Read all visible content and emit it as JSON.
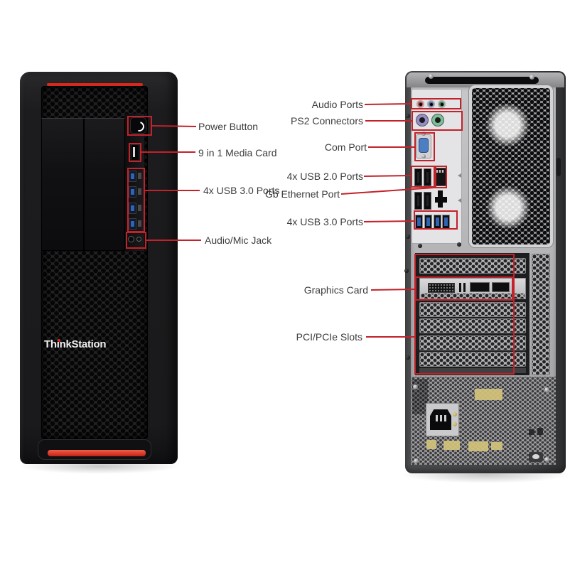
{
  "colors": {
    "annotation": "#c2222a",
    "label_text": "#3d3d3d",
    "accent_red": "#d8281c",
    "usb_blue": "#2f64b2",
    "ps2_purple": "#968cc8",
    "ps2_green": "#7cc098",
    "com_blue": "#4d7ec4"
  },
  "front": {
    "logo": "ThinkStation",
    "labels": {
      "power": "Power Button",
      "media": "9 in 1 Media Card",
      "usb3": "4x USB 3.0 Ports",
      "audio": "Audio/Mic Jack"
    }
  },
  "rear": {
    "labels": {
      "audio": "Audio Ports",
      "ps2": "PS2 Connectors",
      "com": "Com Port",
      "usb2": "4x USB 2.0 Ports",
      "ethernet": "Gb Ethernet Port",
      "usb3": "4x USB 3.0 Ports",
      "graphics": "Graphics Card",
      "pci": "PCI/PCIe Slots"
    }
  }
}
